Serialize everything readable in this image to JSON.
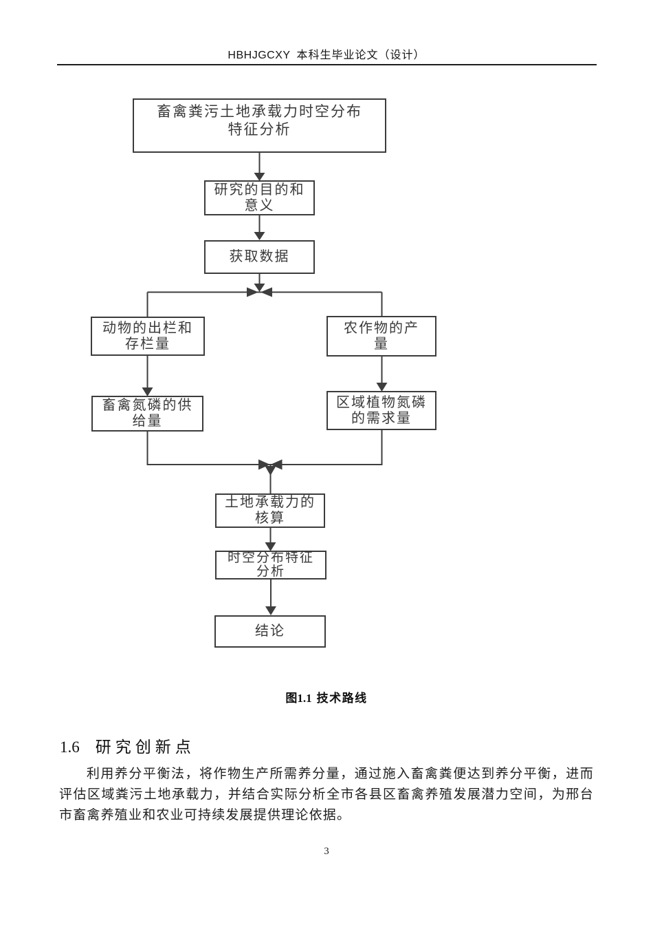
{
  "header": {
    "code": "HBHJGCXY",
    "title": "本科生毕业论文（设计）"
  },
  "flowchart": {
    "line_color": "#3e3e3e",
    "boxes": [
      {
        "id": "topic",
        "lines": [
          "畜禽粪污土地承载力时空分布",
          "特征分析"
        ]
      },
      {
        "id": "purpose",
        "lines": [
          "研究的目的和",
          "意义"
        ]
      },
      {
        "id": "get-data",
        "lines": [
          "获取数据"
        ]
      },
      {
        "id": "animal-stock",
        "lines": [
          "动物的出栏和",
          "存栏量"
        ]
      },
      {
        "id": "crop-yield",
        "lines": [
          "农作物的产",
          "量"
        ]
      },
      {
        "id": "np-supply",
        "lines": [
          "畜禽氮磷的供",
          "给量"
        ]
      },
      {
        "id": "np-demand",
        "lines": [
          "区域植物氮磷",
          "的需求量"
        ]
      },
      {
        "id": "capacity-calc",
        "lines": [
          "土地承载力的",
          "核算"
        ]
      },
      {
        "id": "spatiotemporal",
        "lines": [
          "时空分布特征",
          "分析"
        ]
      },
      {
        "id": "conclusion",
        "lines": [
          "结论"
        ]
      }
    ]
  },
  "caption": {
    "label": "图1.1",
    "title": "技术路线"
  },
  "section": {
    "number": "1.6",
    "title": "研究创新点",
    "paragraph": "利用养分平衡法，将作物生产所需养分量，通过施入畜禽粪便达到养分平衡，进而评估区域粪污土地承载力，并结合实际分析全市各县区畜禽养殖发展潜力空间，为邢台市畜禽养殖业和农业可持续发展提供理论依据。"
  },
  "footer": {
    "page_number": "3"
  }
}
